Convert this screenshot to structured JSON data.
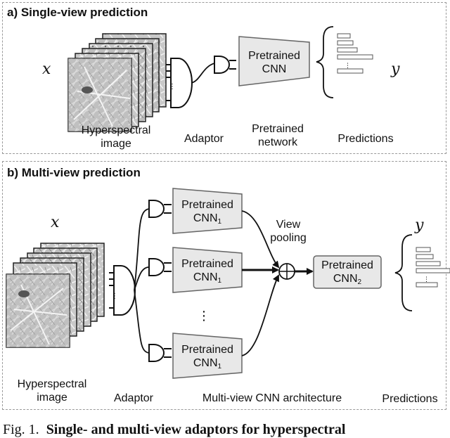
{
  "panel_a": {
    "title": "a) Single-view prediction",
    "input_var": "x",
    "output_var": "y",
    "hyperspectral_label": [
      "Hyperspectral",
      "image"
    ],
    "adaptor_label": "Adaptor",
    "network_label": [
      "Pretrained",
      "network"
    ],
    "cnn_label": [
      "Pretrained",
      "CNN"
    ],
    "predictions_label": "Predictions"
  },
  "panel_b": {
    "title": "b) Multi-view prediction",
    "input_var": "x",
    "output_var": "y",
    "hyperspectral_label": [
      "Hyperspectral",
      "image"
    ],
    "adaptor_label": "Adaptor",
    "architecture_label": "Multi-view CNN architecture",
    "view_pooling_label": [
      "View",
      "pooling"
    ],
    "cnn1_label": [
      "Pretrained",
      "CNN",
      "1"
    ],
    "cnn2_label": [
      "Pretrained",
      "CNN",
      "2"
    ],
    "predictions_label": "Predictions"
  },
  "caption": {
    "prefix": "Fig. 1.",
    "text": "Single- and multi-view adaptors for hyperspectral"
  },
  "colors": {
    "panel_border": "#9a9a9a",
    "cnn_fill": "#e8e8e8",
    "cnn_stroke": "#666666",
    "line": "#111111"
  }
}
